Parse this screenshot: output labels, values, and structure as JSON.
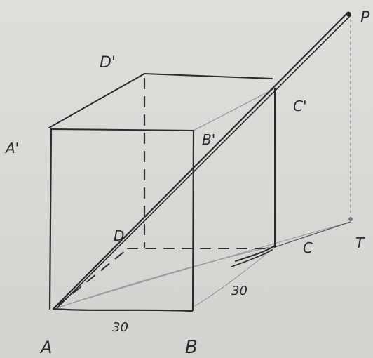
{
  "labels": {
    "A": "A",
    "B": "B",
    "C": "C",
    "D": "D",
    "A_prime": "A'",
    "B_prime": "B'",
    "C_prime": "C'",
    "D_prime": "D'",
    "P": "P",
    "T": "T",
    "length_AB": "30",
    "length_BC": "30"
  }
}
